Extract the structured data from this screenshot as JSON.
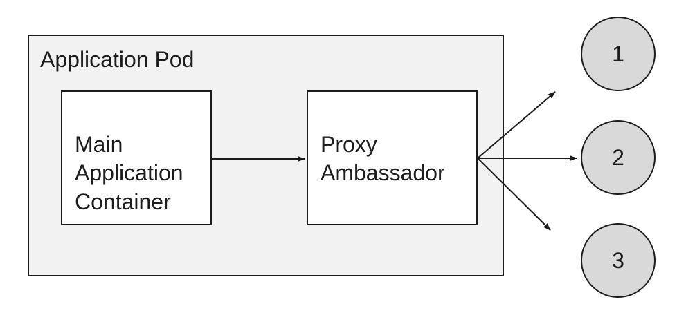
{
  "diagram": {
    "pod_label": "Application Pod",
    "main_container_label": "Main\nApplication\nContainer",
    "proxy_label": "Proxy\nAmbassador",
    "endpoints": [
      {
        "label": "1"
      },
      {
        "label": "2"
      },
      {
        "label": "3"
      }
    ],
    "colors": {
      "canvas_background": "#ffffff",
      "pod_fill": "#f2f2f2",
      "container_fill": "#ffffff",
      "endpoint_fill": "#d9d9d9",
      "stroke": "#1c1c1c"
    }
  }
}
